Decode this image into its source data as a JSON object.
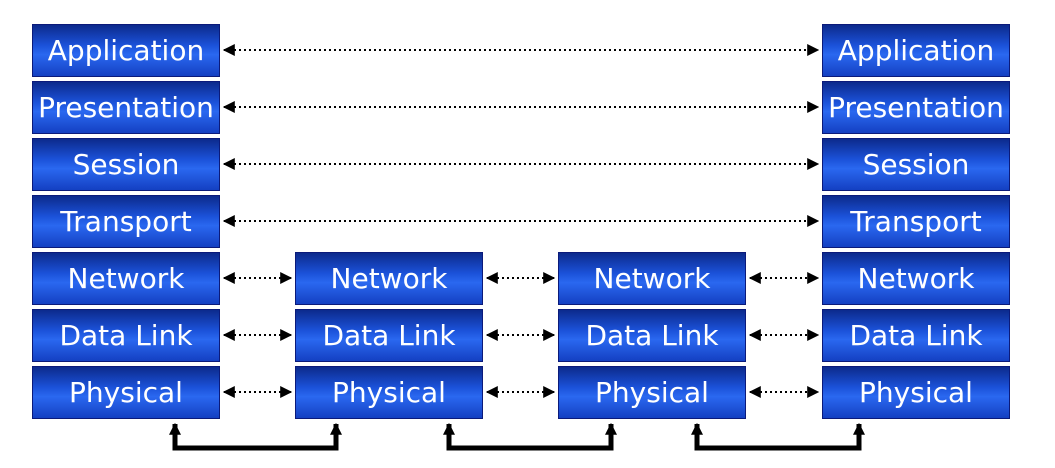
{
  "end_host_left": {
    "layers": [
      "Application",
      "Presentation",
      "Session",
      "Transport",
      "Network",
      "Data Link",
      "Physical"
    ]
  },
  "router_1": {
    "layers": [
      "Network",
      "Data Link",
      "Physical"
    ]
  },
  "router_2": {
    "layers": [
      "Network",
      "Data Link",
      "Physical"
    ]
  },
  "end_host_right": {
    "layers": [
      "Application",
      "Presentation",
      "Session",
      "Transport",
      "Network",
      "Data Link",
      "Physical"
    ]
  },
  "colors": {
    "box_dark": "#0c2a8c",
    "box_light": "#2a68f0",
    "text": "#ffffff",
    "connector": "#000000"
  }
}
